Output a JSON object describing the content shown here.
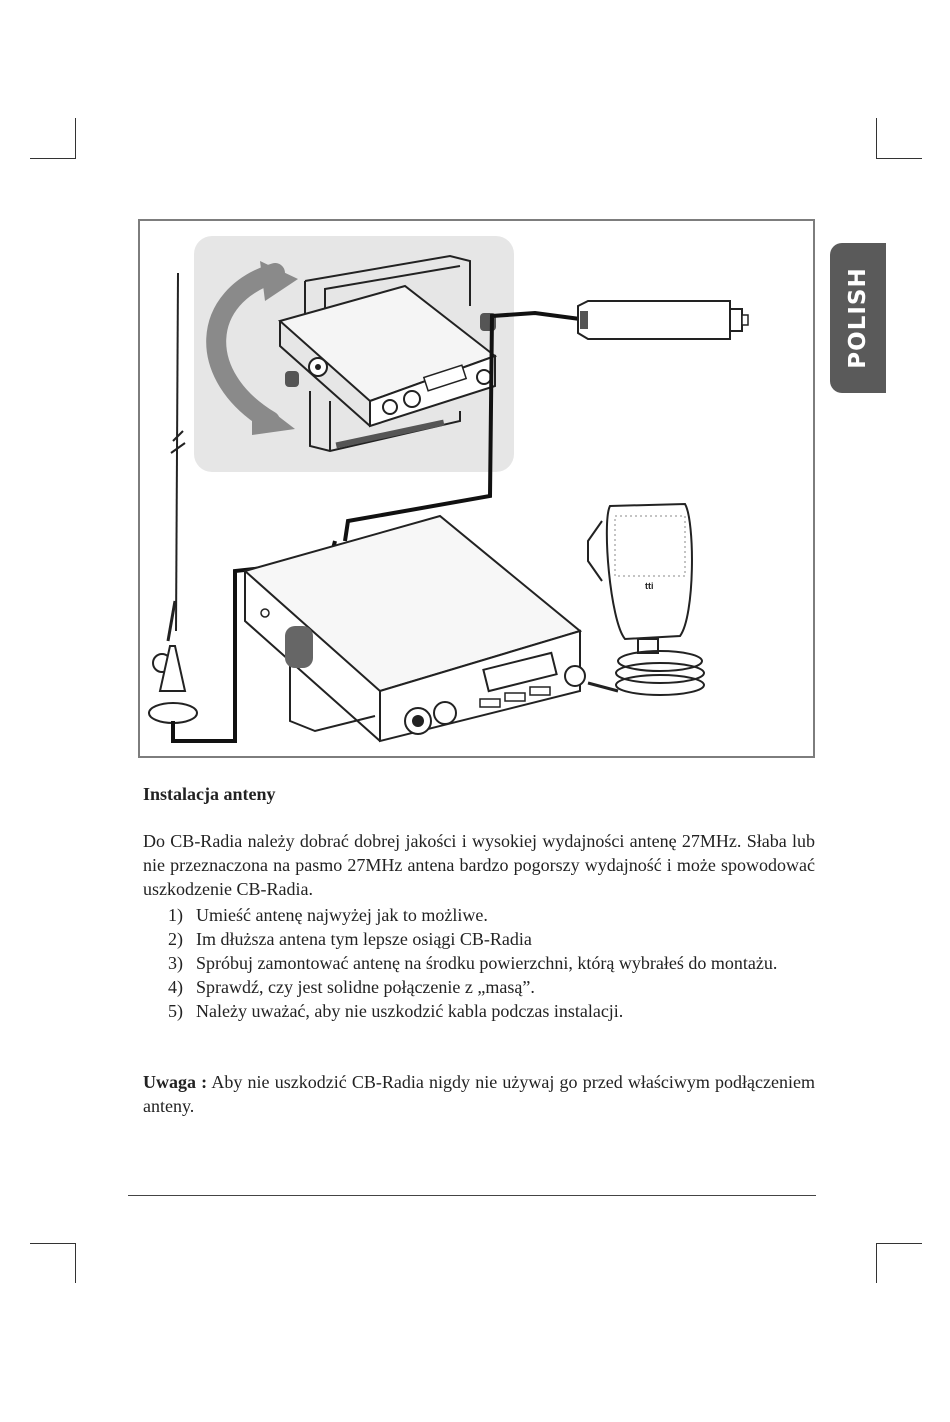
{
  "tab": {
    "label": "POLISH"
  },
  "figure": {
    "mic_logo": "tti"
  },
  "section": {
    "heading": "Instalacja anteny",
    "intro": "Do CB-Radia należy dobrać dobrej jakości i wysokiej wydajności antenę 27MHz. Słaba lub nie przeznaczona na pasmo 27MHz antena bardzo pogorszy wydajność i może spowodować uszkodzenie CB-Radia.",
    "items": [
      {
        "num": "1)",
        "text": "Umieść antenę najwyżej jak to możliwe."
      },
      {
        "num": "2)",
        "text": "Im dłuższa antena tym lepsze osiągi CB-Radia"
      },
      {
        "num": "3)",
        "text": "Spróbuj zamontować antenę na środku powierzchni, którą wybrałeś do montażu."
      },
      {
        "num": "4)",
        "text": "Sprawdź, czy jest solidne połączenie z „masą”."
      },
      {
        "num": "5)",
        "text": "Należy uważać, aby nie uszkodzić kabla podczas instalacji."
      }
    ],
    "note_label": "Uwaga :",
    "note_text": " Aby nie uszkodzić CB-Radia nigdy nie używaj go przed właściwym podłączeniem anteny."
  }
}
